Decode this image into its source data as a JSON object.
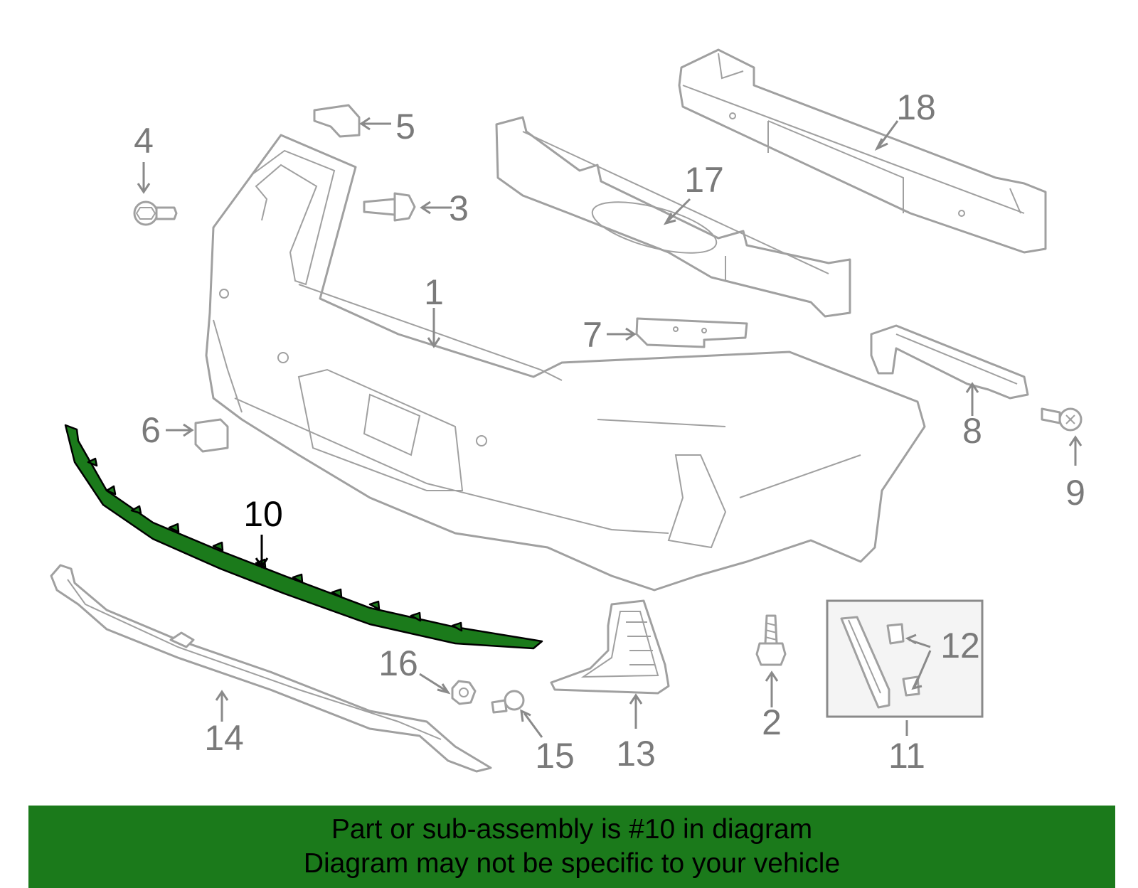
{
  "diagram": {
    "highlight_color": "#1b7a1b",
    "highlighted_part": "10",
    "labels": {
      "p1": "1",
      "p2": "2",
      "p3": "3",
      "p4": "4",
      "p5": "5",
      "p6": "6",
      "p7": "7",
      "p8": "8",
      "p9": "9",
      "p10": "10",
      "p11": "11",
      "p12": "12",
      "p13": "13",
      "p14": "14",
      "p15": "15",
      "p16": "16",
      "p17": "17",
      "p18": "18"
    }
  },
  "banner": {
    "background": "#1b7a1b",
    "line1": "Part or sub-assembly is #10 in diagram",
    "line2": "Diagram may not be specific to your vehicle"
  }
}
